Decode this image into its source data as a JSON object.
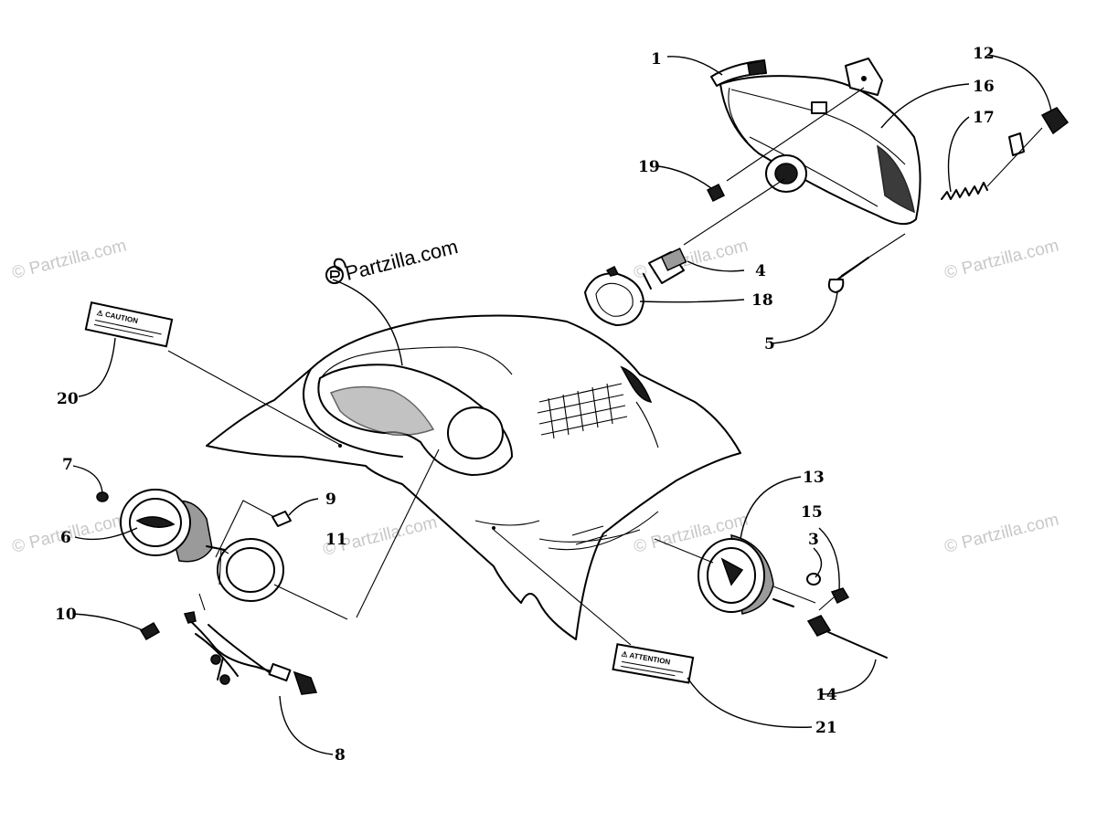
{
  "watermark": {
    "main": "Partzilla.com",
    "faded": "© Partzilla.com"
  },
  "decals": {
    "caution": "⚠ CAUTION",
    "attention": "⚠ ATTENTION"
  },
  "callouts": {
    "c1": "1",
    "c3": "3",
    "c4": "4",
    "c5": "5",
    "c6": "6",
    "c7": "7",
    "c8": "8",
    "c9": "9",
    "c10": "10",
    "c11": "11",
    "c12": "12",
    "c13": "13",
    "c14": "14",
    "c15": "15",
    "c16": "16",
    "c17": "17",
    "c18": "18",
    "c19": "19",
    "c20": "20",
    "c21": "21"
  }
}
